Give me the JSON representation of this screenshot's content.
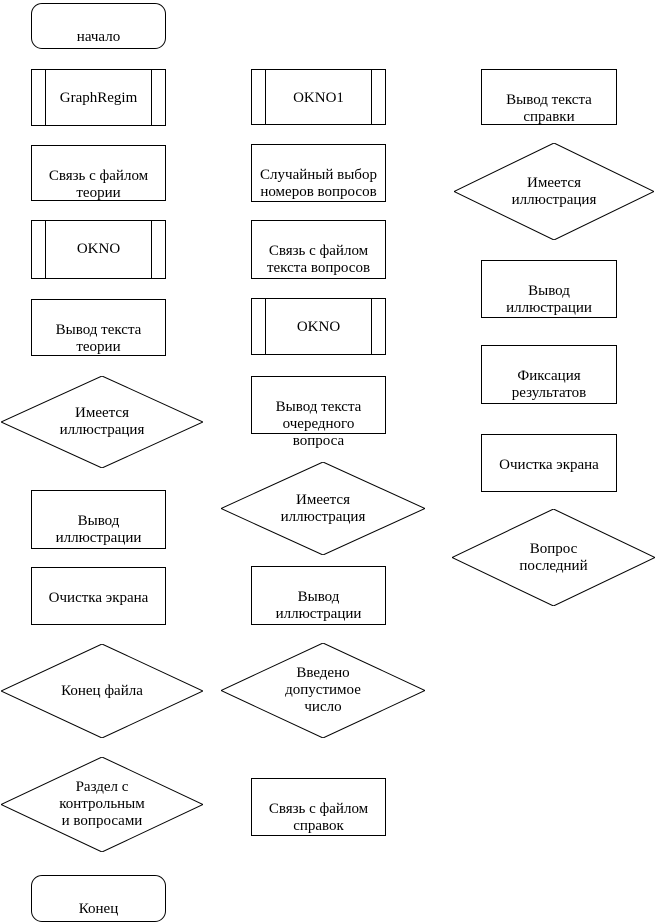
{
  "diagram": {
    "kind": "flowchart",
    "background_color": "#ffffff",
    "stroke_color": "#000000",
    "text_color": "#000000",
    "columns": [
      {
        "name": "theory-branch",
        "nodes": [
          {
            "type": "terminator",
            "label": "начало"
          },
          {
            "type": "predefined-process",
            "label": "GraphRegim"
          },
          {
            "type": "process",
            "label": "Связь с файлом\nтеории"
          },
          {
            "type": "predefined-process",
            "label": "OKNO"
          },
          {
            "type": "process",
            "label": "Вывод текста\nтеории"
          },
          {
            "type": "decision",
            "label": "Имеется\nиллюстрация"
          },
          {
            "type": "process",
            "label": "Вывод\nиллюстрации"
          },
          {
            "type": "process",
            "label": "Очистка экрана"
          },
          {
            "type": "decision",
            "label": "Конец файла"
          },
          {
            "type": "decision",
            "label": "Раздел с\nконтрольным\nи вопросами"
          },
          {
            "type": "terminator",
            "label": "Конец"
          }
        ]
      },
      {
        "name": "questions-branch",
        "nodes": [
          {
            "type": "predefined-process",
            "label": "OKNO1"
          },
          {
            "type": "process",
            "label": "Случайный выбор\nномеров вопросов"
          },
          {
            "type": "process",
            "label": "Связь с файлом\nтекста вопросов"
          },
          {
            "type": "predefined-process",
            "label": "OKNO"
          },
          {
            "type": "process",
            "label": "Вывод текста\nочередного\nвопроса"
          },
          {
            "type": "decision",
            "label": "Имеется\nиллюстрация"
          },
          {
            "type": "process",
            "label": "Вывод\nиллюстрации"
          },
          {
            "type": "decision",
            "label": "Введено\nдопустимое\nчисло"
          },
          {
            "type": "process",
            "label": "Связь с файлом\nсправок"
          }
        ]
      },
      {
        "name": "help-branch",
        "nodes": [
          {
            "type": "process",
            "label": "Вывод текста\nсправки"
          },
          {
            "type": "decision",
            "label": "Имеется\nиллюстрация"
          },
          {
            "type": "process",
            "label": "Вывод\nиллюстрации"
          },
          {
            "type": "process",
            "label": "Фиксация\nрезультатов"
          },
          {
            "type": "process",
            "label": "Очистка экрана"
          },
          {
            "type": "decision",
            "label": "Вопрос\nпоследний"
          }
        ]
      }
    ]
  }
}
